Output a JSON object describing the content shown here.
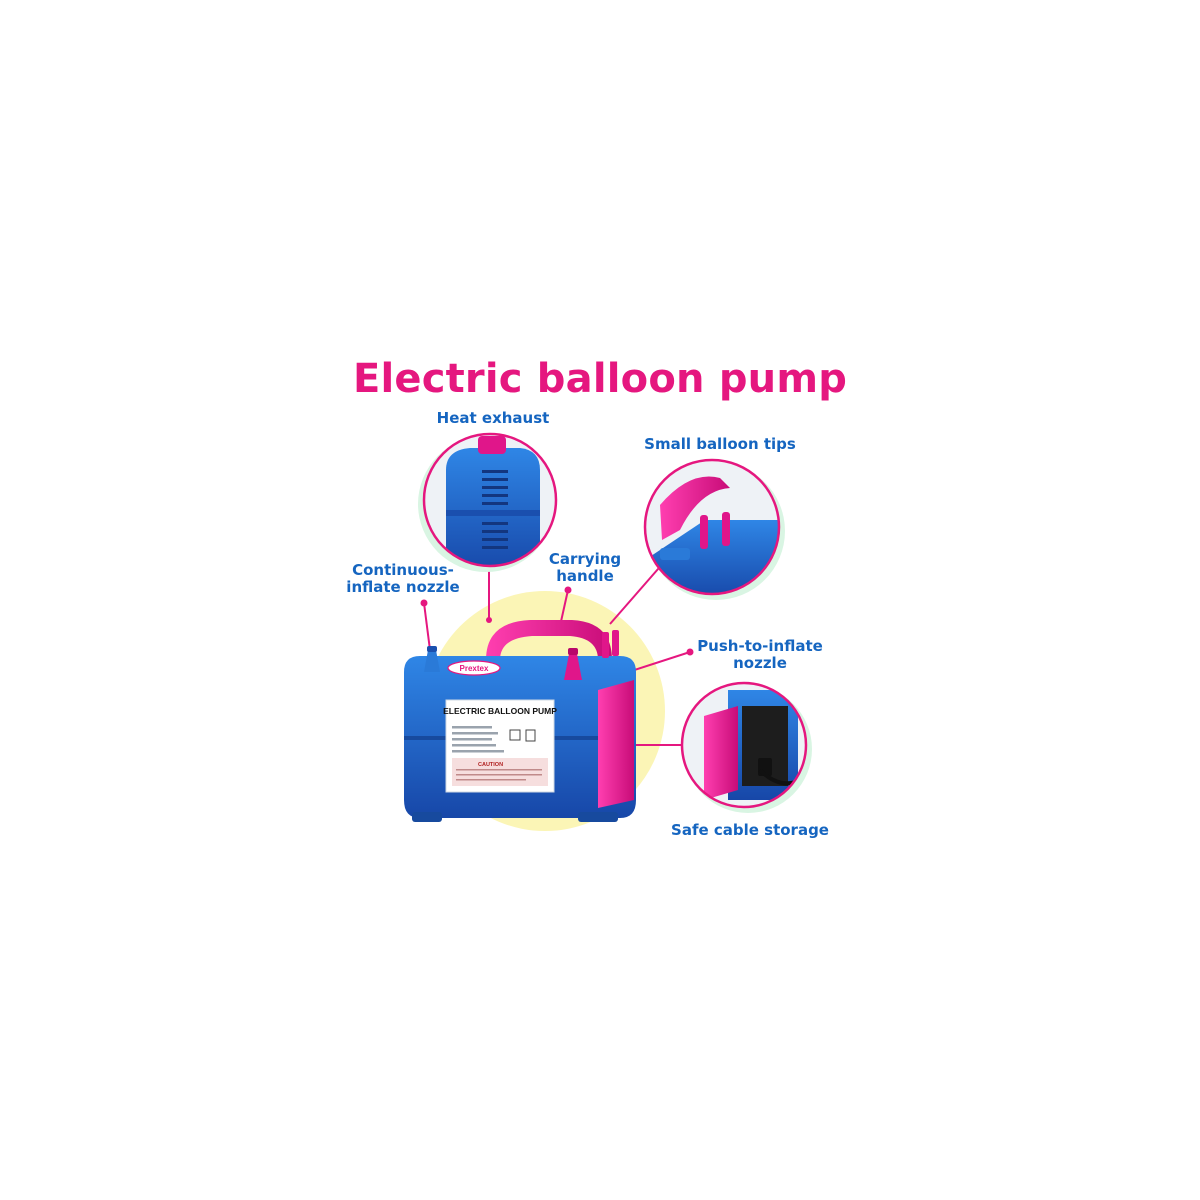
{
  "title": "Electric balloon pump",
  "callouts": {
    "heat_exhaust": "Heat exhaust",
    "small_tips": "Small balloon tips",
    "continuous_line1": "Continuous-",
    "continuous_line2": "inflate nozzle",
    "handle_line1": "Carrying",
    "handle_line2": "handle",
    "push_line1": "Push-to-inflate",
    "push_line2": "nozzle",
    "cable": "Safe cable storage"
  },
  "product": {
    "brand_logo": "Prextex",
    "label_title": "ELECTRIC BALLOON PUMP",
    "caution": "CAUTION"
  },
  "colors": {
    "title": "#e5177f",
    "label_text": "#1565c0",
    "pump_blue": "#1e63c8",
    "pump_pink": "#e0168a",
    "halo_yellow": "#fbf5b6",
    "halo_green": "#d9f5e3"
  }
}
